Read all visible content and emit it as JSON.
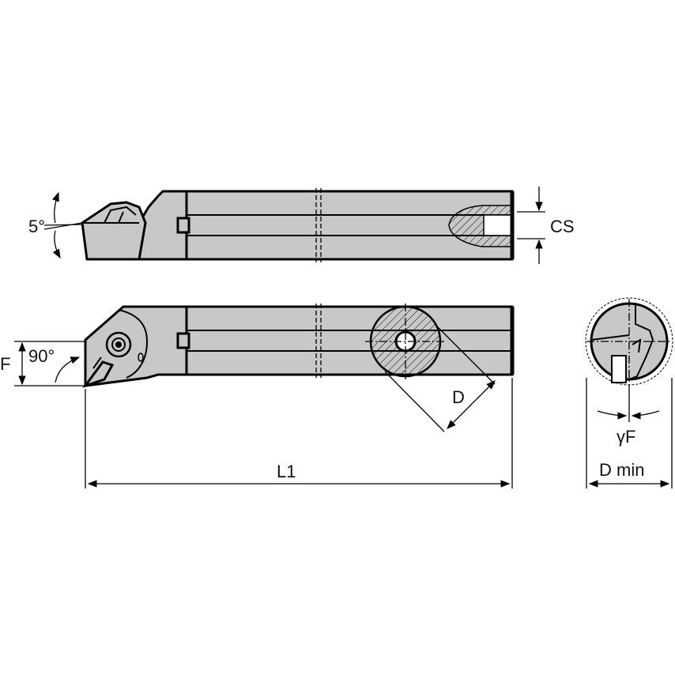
{
  "labels": {
    "angle_top": "5°",
    "cs": "CS",
    "f": "F",
    "angle_side": "90°",
    "d": "D",
    "l1": "L1",
    "gamma_f": "γF",
    "d_min": "D min"
  }
}
